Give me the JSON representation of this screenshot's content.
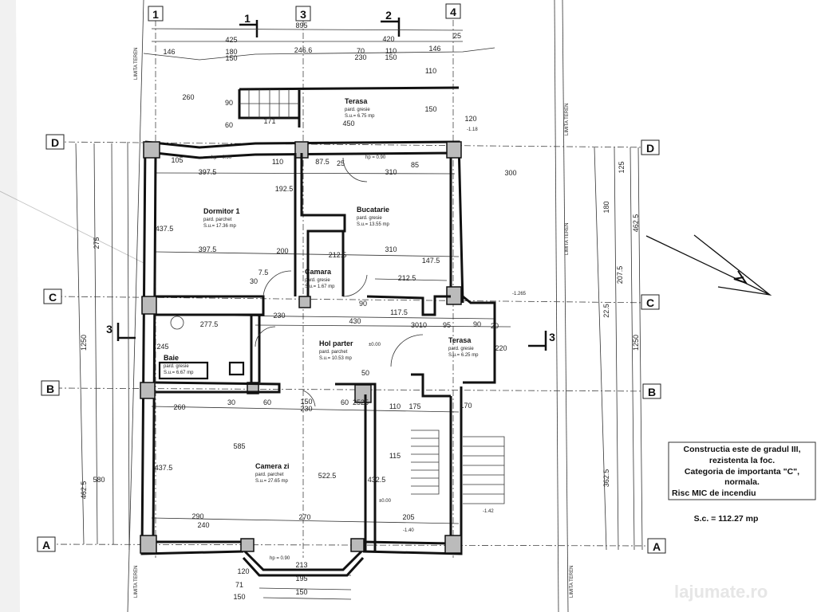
{
  "axes": {
    "rows": [
      "D",
      "C",
      "B",
      "A"
    ],
    "cols": [
      "1",
      "3",
      "4"
    ]
  },
  "sections": [
    "1",
    "2",
    "3",
    "3"
  ],
  "rooms": [
    {
      "name": "Dormitor 1",
      "floor": "pard. parchet",
      "area": "S.u.= 17.36 mp"
    },
    {
      "name": "Bucatarie",
      "floor": "pard. gresie",
      "area": "S.u.= 13.55 mp"
    },
    {
      "name": "Camara",
      "floor": "pard. gresie",
      "area": "S.u.= 1.67 mp"
    },
    {
      "name": "Baie",
      "floor": "pard. gresie",
      "area": "S.u.= 6.67 mp"
    },
    {
      "name": "Hol parter",
      "floor": "pard. parchet",
      "area": "S.u.= 10.53 mp"
    },
    {
      "name": "Terasa",
      "floor": "pard. gresie",
      "area": "S.u.= 6.25 mp"
    },
    {
      "name": "Camera zi",
      "floor": "pard. parchet",
      "area": "S.u.= 27.65 mp"
    },
    {
      "name": "Terasa",
      "floor": "pard. gresie",
      "area": "S.u.= 6.75 mp"
    }
  ],
  "levels": [
    "±0.00",
    "±0.00",
    "hp = 0.90",
    "hp = 0.90",
    "hp = 0.90",
    "-1.18",
    "-1.40",
    "-1.42",
    "-1.265"
  ],
  "property_line_label": "LIMITA TEREN",
  "dims": [
    "895",
    "425",
    "420",
    "25",
    "146",
    "180",
    "150",
    "246.6",
    "70",
    "230",
    "110",
    "150",
    "146",
    "260",
    "90",
    "60",
    "171",
    "450",
    "110",
    "150",
    "120",
    "105",
    "397.5",
    "110",
    "87.5",
    "25",
    "310",
    "85",
    "300",
    "192.5",
    "437.5",
    "397.5",
    "310",
    "200",
    "212.5",
    "147.5",
    "7.5",
    "30",
    "212.5",
    "90",
    "277.5",
    "245",
    "230",
    "430",
    "117.5",
    "3010",
    "95",
    "90",
    "20",
    "220",
    "50",
    "260",
    "30",
    "60",
    "150",
    "230",
    "60",
    "2525",
    "110",
    "175",
    "170",
    "585",
    "522.5",
    "432.5",
    "115",
    "290",
    "240",
    "270",
    "205",
    "213",
    "195",
    "150",
    "120",
    "71",
    "150",
    "1250",
    "462.5",
    "275",
    "580",
    "437.5",
    "180",
    "22.5",
    "362.5",
    "207.5",
    "125",
    "1250",
    "462.5"
  ],
  "info_box": {
    "lines": [
      "Constructia este de gradul III,",
      "rezistenta la foc.",
      "Categoria de importanta \"C\",",
      "normala.",
      "Risc MIC de incendiu"
    ],
    "surface": "S.c. = 112.27 mp"
  },
  "watermark": "lajumate.ro"
}
